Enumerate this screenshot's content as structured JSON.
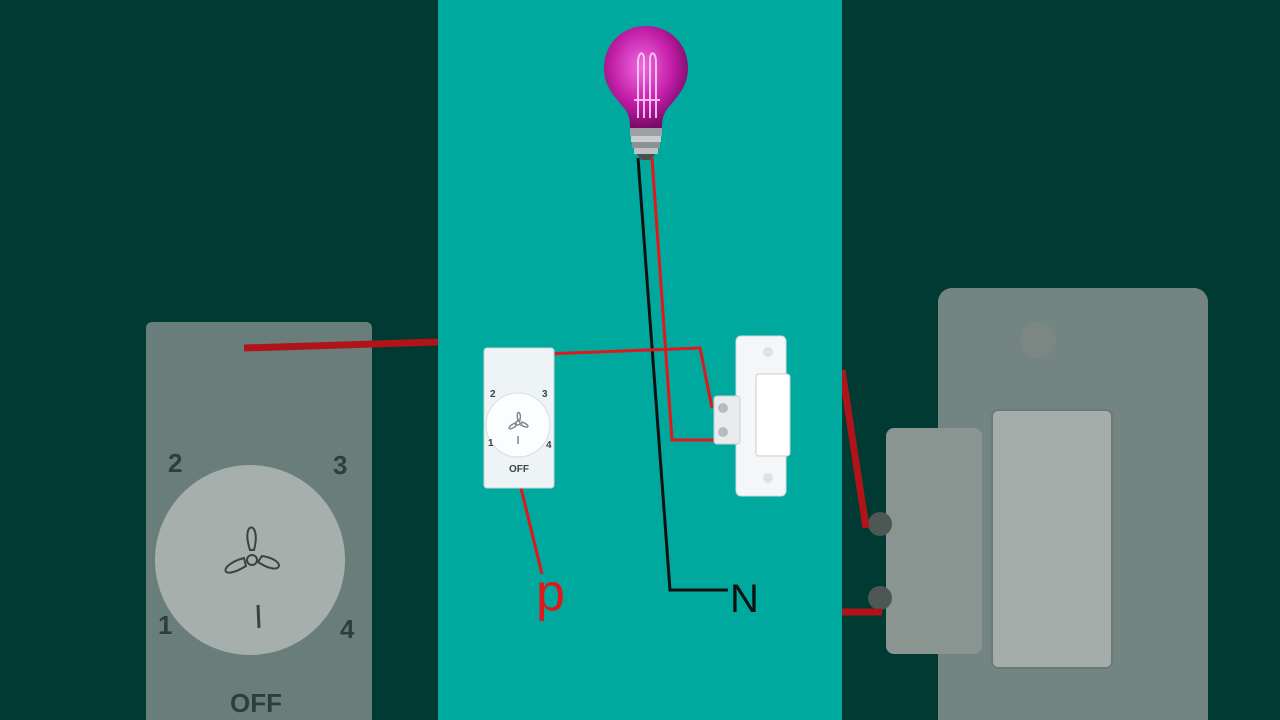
{
  "regulator": {
    "markings": [
      "1",
      "2",
      "3",
      "4"
    ],
    "off_label": "OFF"
  },
  "labels": {
    "phase": "p",
    "neutral": "N"
  },
  "colors": {
    "background": "#00a99d",
    "side_background": "#003a33",
    "phase_wire": "#e2171b",
    "neutral_wire": "#111111",
    "bulb": "#c21ea8"
  },
  "icons": [
    "light-bulb-icon",
    "fan-regulator-icon",
    "switch-icon"
  ]
}
